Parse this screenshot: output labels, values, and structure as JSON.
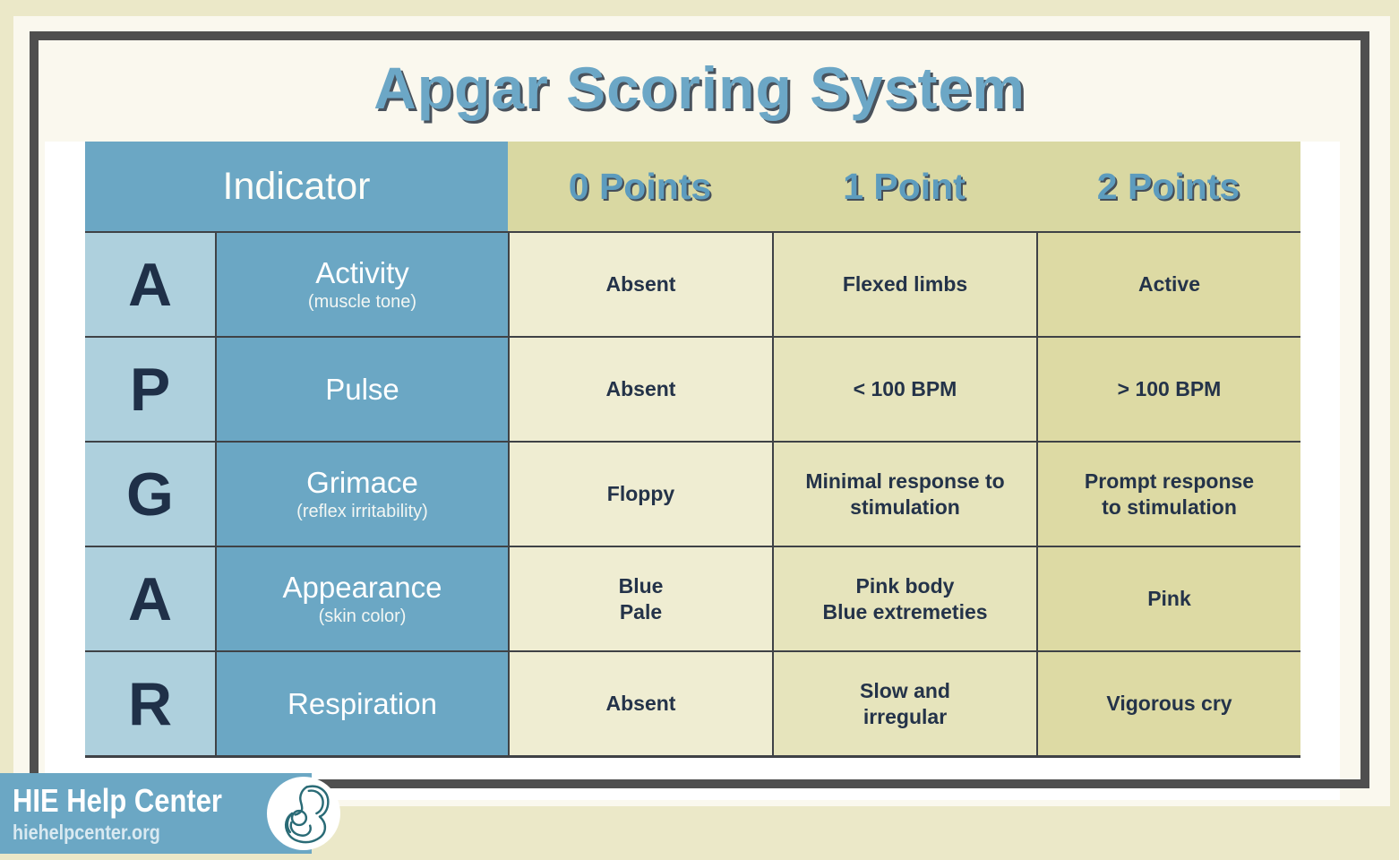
{
  "title": "Apgar Scoring System",
  "table": {
    "headers": {
      "indicator": "Indicator",
      "points": [
        "0 Points",
        "1 Point",
        "2 Points"
      ]
    },
    "rows": [
      {
        "letter": "A",
        "name": "Activity",
        "subtitle": "(muscle tone)",
        "p0": "Absent",
        "p1": "Flexed limbs",
        "p2": "Active"
      },
      {
        "letter": "P",
        "name": "Pulse",
        "subtitle": "",
        "p0": "Absent",
        "p1": "< 100 BPM",
        "p2": "> 100 BPM"
      },
      {
        "letter": "G",
        "name": "Grimace",
        "subtitle": "(reflex irritability)",
        "p0": "Floppy",
        "p1": "Minimal response to\nstimulation",
        "p2": "Prompt response\nto stimulation"
      },
      {
        "letter": "A",
        "name": "Appearance",
        "subtitle": "(skin color)",
        "p0": "Blue\nPale",
        "p1": "Pink body\nBlue extremeties",
        "p2": "Pink"
      },
      {
        "letter": "R",
        "name": "Respiration",
        "subtitle": "",
        "p0": "Absent",
        "p1": "Slow and\nirregular",
        "p2": "Vigorous cry"
      }
    ]
  },
  "footer": {
    "brand": "HIE Help Center",
    "website": "hiehelpcenter.org",
    "logo_icon": "mother-and-baby-icon"
  },
  "colors": {
    "page_background": "#ebe8c8",
    "panel_background": "#faf8ee",
    "frame": "#4f4f4f",
    "header_blue": "#6ba7c4",
    "letter_column_blue": "#aed0dd",
    "header_khaki": "#d9d8a2",
    "points0_bg": "#efedd2",
    "points1_bg": "#e6e4bc",
    "points2_bg": "#dddaa4",
    "cell_text": "#243349",
    "title_blue": "#6ca7c6",
    "logo_teal": "#2a6b76"
  },
  "chart_data": {
    "type": "table",
    "title": "Apgar Scoring System",
    "columns": [
      "Indicator",
      "0 Points",
      "1 Point",
      "2 Points"
    ],
    "rows": [
      [
        "A — Activity (muscle tone)",
        "Absent",
        "Flexed limbs",
        "Active"
      ],
      [
        "P — Pulse",
        "Absent",
        "< 100 BPM",
        "> 100 BPM"
      ],
      [
        "G — Grimace (reflex irritability)",
        "Floppy",
        "Minimal response to stimulation",
        "Prompt response to stimulation"
      ],
      [
        "A — Appearance (skin color)",
        "Blue / Pale",
        "Pink body / Blue extremeties",
        "Pink"
      ],
      [
        "R — Respiration",
        "Absent",
        "Slow and irregular",
        "Vigorous cry"
      ]
    ]
  }
}
